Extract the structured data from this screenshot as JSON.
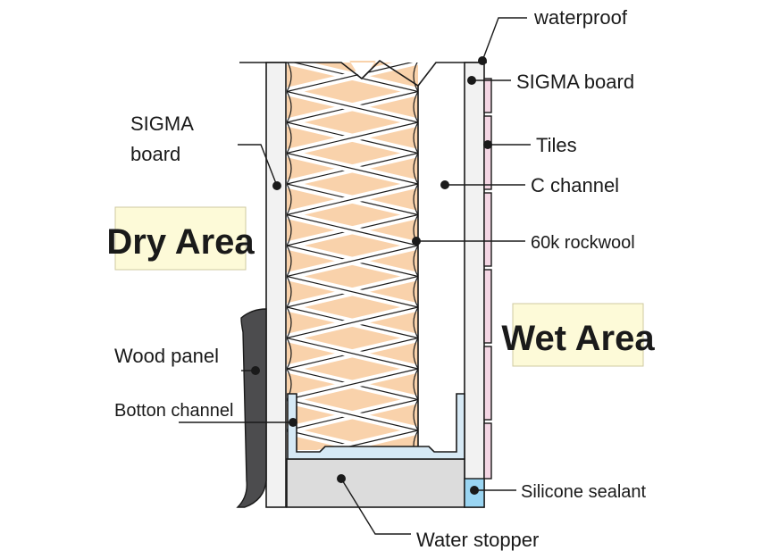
{
  "colors": {
    "rockwool": "#f9d2ab",
    "board": "#f2f2f2",
    "tiles": "#f4d6e4",
    "channel": "#d6e9f5",
    "stopper": "#dcdcdc",
    "wood": "#4c4c4e",
    "sealant": "#9ad5f2",
    "label_bg": "#fdfad8",
    "line": "#1a1a1a"
  },
  "areas": {
    "dry": "Dry Area",
    "wet": "Wet Area"
  },
  "labels": {
    "waterproof": "waterproof",
    "sigma_board_right": "SIGMA board",
    "sigma_board_left_1": "SIGMA",
    "sigma_board_left_2": "board",
    "tiles": "Tiles",
    "c_channel": "C channel",
    "rockwool": "60k rockwool",
    "wood_panel": "Wood panel",
    "bottom_channel": "Botton channel",
    "silicone_sealant": "Silicone sealant",
    "water_stopper": "Water stopper"
  }
}
